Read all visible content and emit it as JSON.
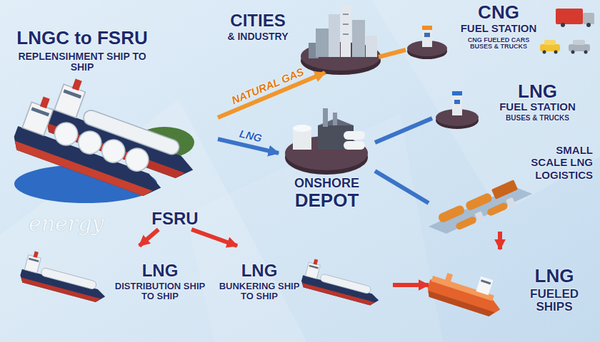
{
  "diagram": {
    "nodes": [
      {
        "text": [
          "LNGC to FSRU",
          "REPLENSIHMENT SHIP TO SHIP"
        ]
      },
      {
        "text": [
          "CITIES",
          "& INDUSTRY"
        ]
      },
      {
        "text": [
          "CNG",
          "FUEL STATION",
          "CNG FUELED CARS BUSES & TRUCKS"
        ]
      },
      {
        "text": [
          "ONSHORE",
          "DEPOT"
        ]
      },
      {
        "text": [
          "LNG",
          "FUEL STATION",
          "BUSES & TRUCKS"
        ]
      },
      {
        "text": [
          "SMALL SCALE LNG LOGISTICS"
        ]
      },
      {
        "text": [
          "FSRU"
        ]
      },
      {
        "text": [
          "LNG",
          "DISTRIBUTION SHIP TO SHIP"
        ]
      },
      {
        "text": [
          "LNG",
          "BUNKERING SHIP TO SHIP"
        ]
      },
      {
        "text": [
          "LNG",
          "FUELED SHIPS"
        ]
      }
    ],
    "edges": [
      {
        "from": 0,
        "to": 1,
        "label": "NATURAL GAS",
        "arrow": "to"
      },
      {
        "from": 0,
        "to": 3,
        "label": "LNG",
        "arrow": "to"
      },
      {
        "from": 1,
        "to": 2,
        "arrow": "none"
      },
      {
        "from": 3,
        "to": 4,
        "arrow": "none"
      },
      {
        "from": 3,
        "to": 5,
        "arrow": "none"
      },
      {
        "from": 6,
        "to": 7,
        "arrow": "to"
      },
      {
        "from": 6,
        "to": 8,
        "arrow": "to"
      },
      {
        "from": 8,
        "to": 9,
        "arrow": "to"
      },
      {
        "from": 5,
        "to": 9,
        "arrow": "to"
      }
    ],
    "labels": [
      "energy"
    ]
  }
}
